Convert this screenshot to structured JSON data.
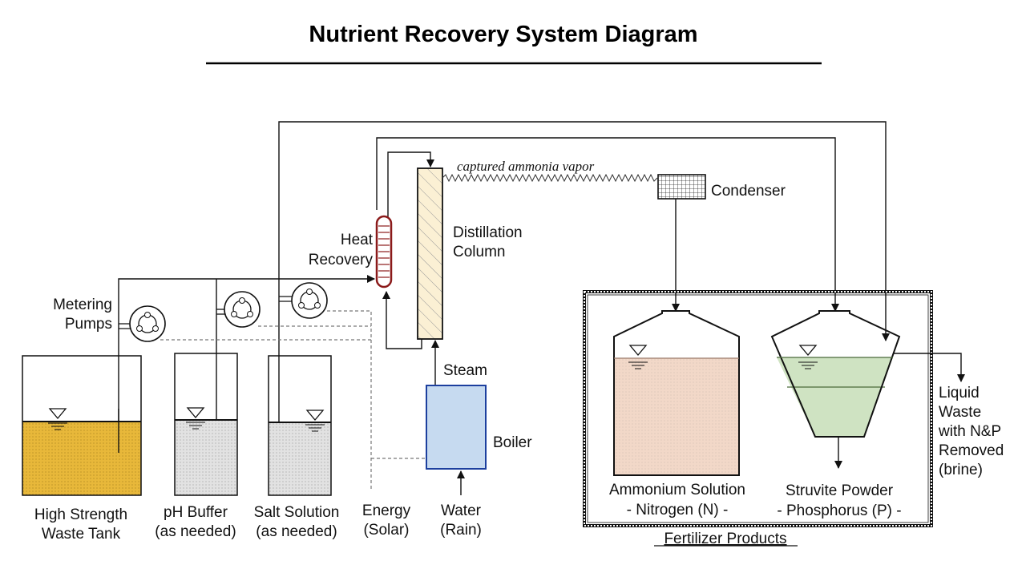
{
  "title": "Nutrient Recovery System Diagram",
  "labels": {
    "metering_pumps": [
      "Metering",
      "Pumps"
    ],
    "heat_recovery": [
      "Heat",
      "Recovery"
    ],
    "distillation_column": [
      "Distillation",
      "Column"
    ],
    "captured_vapor": "captured ammonia vapor",
    "condenser": "Condenser",
    "steam": "Steam",
    "boiler": "Boiler",
    "waste_tank": [
      "High Strength",
      "Waste Tank"
    ],
    "ph_buffer": [
      "pH Buffer",
      "(as needed)"
    ],
    "salt_solution": [
      "Salt Solution",
      "(as needed)"
    ],
    "energy": [
      "Energy",
      "(Solar)"
    ],
    "water": [
      "Water",
      "(Rain)"
    ],
    "ammonium": [
      "Ammonium Solution",
      "- Nitrogen (N) -"
    ],
    "struvite": [
      "Struvite Powder",
      "- Phosphorus (P) -"
    ],
    "liquid_waste": [
      "Liquid",
      "Waste",
      "with N&P",
      "Removed",
      "(brine)"
    ],
    "fertilizer_products": "Fertilizer Products"
  },
  "colors": {
    "waste_liquid": "#e8b83a",
    "buffer_liquid": "#e2e2e2",
    "boiler_fill": "#c6daf0",
    "boiler_stroke": "#1c3f9e",
    "column_fill": "#fbf0d4",
    "heat_exchanger": "#8b1a1a",
    "ammonium_liquid": "#f2d8c8",
    "struvite_liquid": "#cfe3c2"
  }
}
